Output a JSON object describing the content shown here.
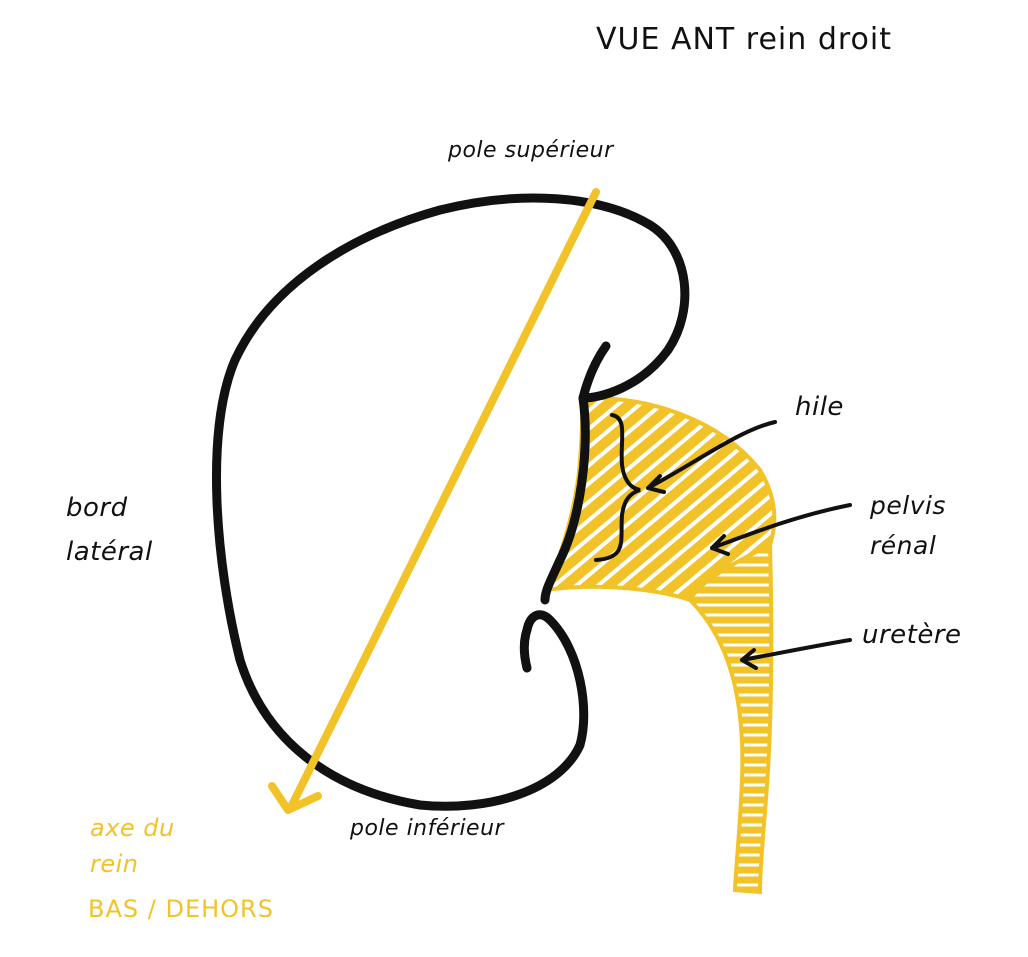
{
  "title": "VUE ANT rein droit",
  "labels": {
    "pole_superieur": "pole supérieur",
    "pole_inferieur": "pole inférieur",
    "bord_lateral_line1": "bord",
    "bord_lateral_line2": "latéral",
    "hile": "hile",
    "pelvis_line1": "pelvis",
    "pelvis_line2": "rénal",
    "uretere": "uretère",
    "axe_line1": "axe du",
    "axe_line2": "rein",
    "direction": "BAS / DEHORS"
  },
  "colors": {
    "outline": "#111111",
    "accent": "#f2c328",
    "background": "#ffffff"
  }
}
